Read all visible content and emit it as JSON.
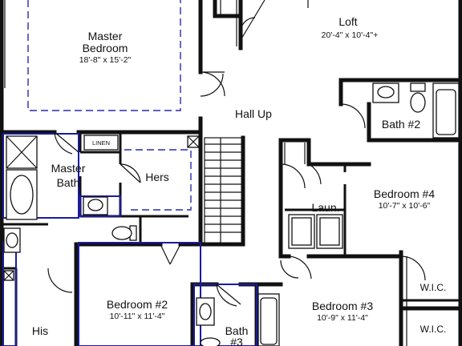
{
  "rooms": {
    "master_bedroom": {
      "name_line1": "Master",
      "name_line2": "Bedroom",
      "dims": "18'-8\" x 15'-2\""
    },
    "loft": {
      "name": "Loft",
      "dims": "20'-4\" x 10'-4\"+"
    },
    "hall_up": {
      "name": "Hall Up"
    },
    "bath_2": {
      "name": "Bath #2"
    },
    "master_bath": {
      "name_line1": "Master",
      "name_line2": "Bath"
    },
    "linen": {
      "name": "LINEN"
    },
    "hers": {
      "name": "Hers"
    },
    "bedroom_4": {
      "name": "Bedroom #4",
      "dims": "10'-7\" x 10'-6\""
    },
    "laundry": {
      "name": "Laun."
    },
    "wic_1": {
      "name": "W.I.C."
    },
    "wic_2": {
      "name": "W.I.C."
    },
    "bedroom_2": {
      "name": "Bedroom #2",
      "dims": "10'-11\" x 11'-4\""
    },
    "bedroom_3": {
      "name": "Bedroom #3",
      "dims": "10'-9\" x 11'-4\""
    },
    "bath_3": {
      "name_line1": "Bath",
      "name_line2": "#3"
    },
    "his": {
      "name": "His"
    }
  }
}
